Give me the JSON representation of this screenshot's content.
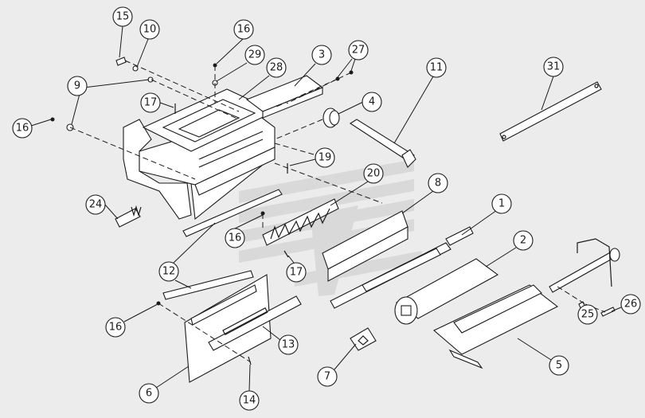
{
  "balloons": [
    {
      "id": "b15",
      "label": "15"
    },
    {
      "id": "b10",
      "label": "10"
    },
    {
      "id": "b16a",
      "label": "16"
    },
    {
      "id": "b29",
      "label": "29"
    },
    {
      "id": "b28",
      "label": "28"
    },
    {
      "id": "b3",
      "label": "3"
    },
    {
      "id": "b27",
      "label": "27"
    },
    {
      "id": "b9",
      "label": "9"
    },
    {
      "id": "b11",
      "label": "11"
    },
    {
      "id": "b31",
      "label": "31"
    },
    {
      "id": "b17a",
      "label": "17"
    },
    {
      "id": "b4",
      "label": "4"
    },
    {
      "id": "b16b",
      "label": "16"
    },
    {
      "id": "b19",
      "label": "19"
    },
    {
      "id": "b20",
      "label": "20"
    },
    {
      "id": "b8",
      "label": "8"
    },
    {
      "id": "b24",
      "label": "24"
    },
    {
      "id": "b1",
      "label": "1"
    },
    {
      "id": "b16c",
      "label": "16"
    },
    {
      "id": "b2",
      "label": "2"
    },
    {
      "id": "b17b",
      "label": "17"
    },
    {
      "id": "b12",
      "label": "12"
    },
    {
      "id": "b26",
      "label": "26"
    },
    {
      "id": "b25",
      "label": "25"
    },
    {
      "id": "b16d",
      "label": "16"
    },
    {
      "id": "b13",
      "label": "13"
    },
    {
      "id": "b5",
      "label": "5"
    },
    {
      "id": "b7",
      "label": "7"
    },
    {
      "id": "b6",
      "label": "6"
    },
    {
      "id": "b14",
      "label": "14"
    }
  ]
}
